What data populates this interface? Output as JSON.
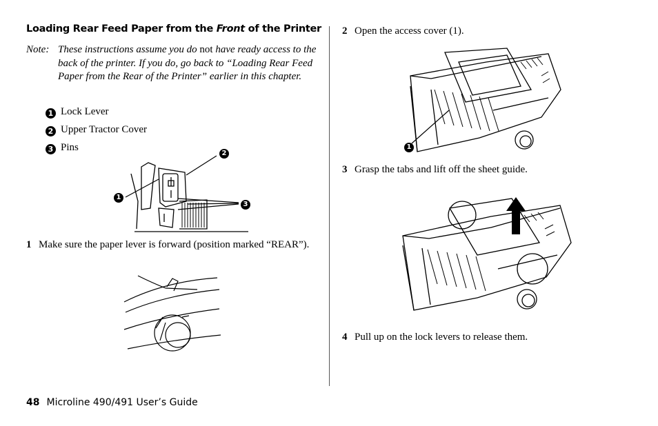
{
  "left": {
    "heading_pre": "Loading Rear Feed Paper from the ",
    "heading_em": "Front",
    "heading_post": " of the Printer",
    "note_label": "Note:",
    "note_a": "These instructions assume you do ",
    "note_not": "not",
    "note_b": " have ready access to the back of the printer. If you do, go back to “Loading Rear Feed Paper from the Rear of the Printer” earlier in this chapter.",
    "legend": [
      {
        "num": "1",
        "label": "Lock Lever"
      },
      {
        "num": "2",
        "label": "Upper Tractor Cover"
      },
      {
        "num": "3",
        "label": "Pins"
      }
    ],
    "figure_callouts": [
      "1",
      "2",
      "3"
    ],
    "step1_num": "1",
    "step1_text": "Make sure the paper lever is forward (position marked “REAR”)."
  },
  "right": {
    "step2_num": "2",
    "step2_text": "Open the access cover (1).",
    "step2_callout": "1",
    "step3_num": "3",
    "step3_text": "Grasp the tabs and lift off the sheet guide.",
    "step4_num": "4",
    "step4_text": "Pull up on the lock levers to release them."
  },
  "footer": {
    "page_number": "48",
    "title": "Microline 490/491 User’s Guide"
  }
}
